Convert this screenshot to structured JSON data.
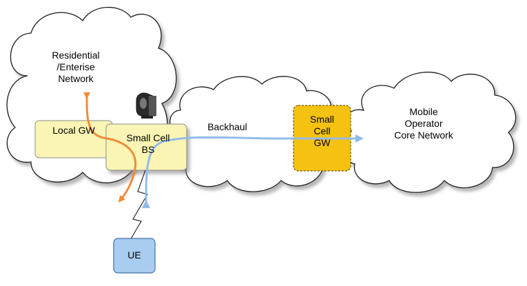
{
  "clouds": {
    "residential": "Residential\n/Enterise\nNetwork",
    "backhaul": "Backhaul",
    "core": "Mobile\nOperator\nCore Network"
  },
  "nodes": {
    "local_gw": "Local GW",
    "small_cell_bs": "Small Cell\nBS",
    "small_cell_gw": "Small\nCell\nGW",
    "ue": "UE"
  },
  "colors": {
    "local_gw_fill": "#faf5b4",
    "small_cell_bs_fill": "#faf5b4",
    "small_cell_gw_fill": "#f5c211",
    "ue_fill": "#a9cdf0",
    "local_path": "#f08a3c",
    "core_path": "#92bbe8",
    "cloud_outline": "#1a1a1a"
  }
}
